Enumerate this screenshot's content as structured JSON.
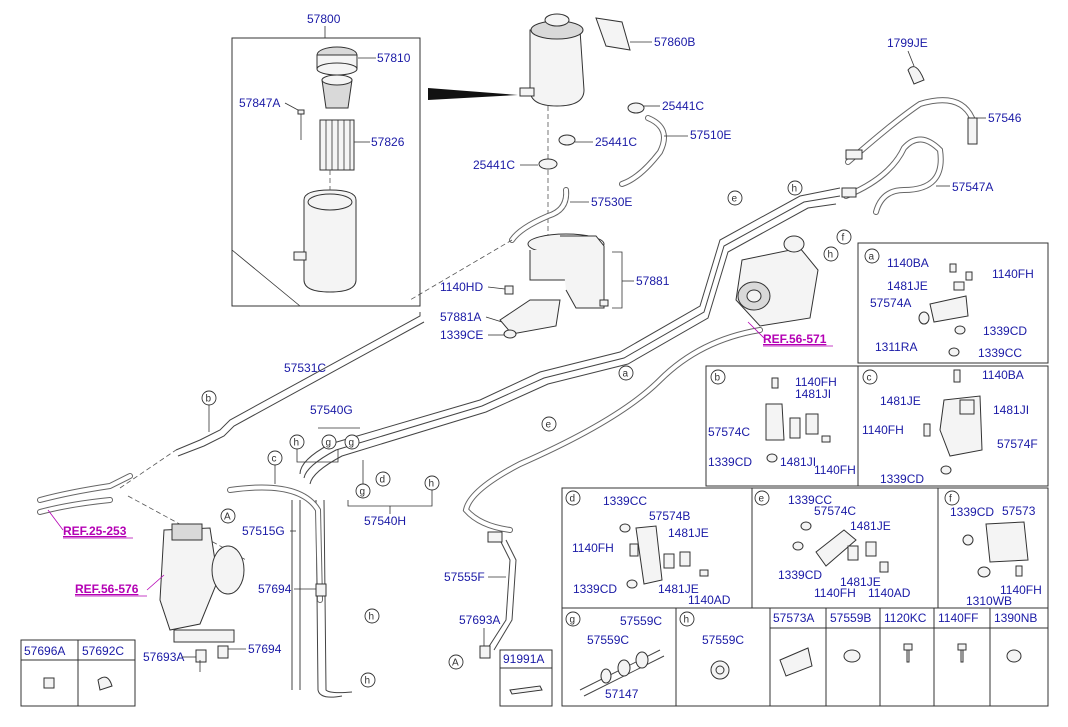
{
  "labels": {
    "p57800": "57800",
    "p57810": "57810",
    "p57847A": "57847A",
    "p57826": "57826",
    "p57860B": "57860B",
    "p25441C_a": "25441C",
    "p25441C_b": "25441C",
    "p25441C_c": "25441C",
    "p57510E": "57510E",
    "p57530E": "57530E",
    "p1799JE": "1799JE",
    "p57546": "57546",
    "p57547A": "57547A",
    "p57881": "57881",
    "p1140HD": "1140HD",
    "p57881A": "57881A",
    "p1339CE": "1339CE",
    "p57531C": "57531C",
    "p57540G": "57540G",
    "p57540H": "57540H",
    "p57515G": "57515G",
    "p57555F": "57555F",
    "p57694_a": "57694",
    "p57694_b": "57694",
    "p57693A_a": "57693A",
    "p57693A_b": "57693A"
  },
  "refs": {
    "ref1": "REF.25-253",
    "ref2": "REF.56-576",
    "ref3": "REF.56-571"
  },
  "callouts": {
    "a": "a",
    "b": "b",
    "c": "c",
    "d": "d",
    "e": "e",
    "f": "f",
    "g": "g",
    "h": "h",
    "A": "A"
  },
  "panels": {
    "a": {
      "letter": "a",
      "labels": [
        "1140BA",
        "1140FH",
        "1481JE",
        "57574A",
        "1339CD",
        "1311RA",
        "1339CC"
      ]
    },
    "b": {
      "letter": "b",
      "labels": [
        "1140FH",
        "1481JI",
        "57574C",
        "1339CD",
        "1481JI",
        "1140FH"
      ]
    },
    "c": {
      "letter": "c",
      "labels": [
        "1140BA",
        "1481JE",
        "1481JI",
        "1140FH",
        "57574F",
        "1339CD"
      ]
    },
    "d": {
      "letter": "d",
      "labels": [
        "1339CC",
        "57574B",
        "1481JE",
        "1140FH",
        "1339CD",
        "1481JE",
        "1140AD"
      ]
    },
    "e": {
      "letter": "e",
      "labels": [
        "1339CC",
        "57574C",
        "1481JE",
        "1339CD",
        "1481JE",
        "1140FH",
        "1140AD"
      ]
    },
    "f": {
      "letter": "f",
      "labels": [
        "1339CD",
        "57573",
        "1310WB",
        "1140FH"
      ]
    },
    "g": {
      "letter": "g",
      "labels": [
        "57559C",
        "57559C",
        "57147"
      ]
    },
    "h": {
      "letter": "h",
      "labels": [
        "57559C"
      ]
    }
  },
  "tables": {
    "bottom_right": [
      "57573A",
      "57559B",
      "1120KC",
      "1140FF",
      "1390NB"
    ],
    "bottom_left": [
      "57696A",
      "57692C"
    ],
    "small": "91991A"
  }
}
